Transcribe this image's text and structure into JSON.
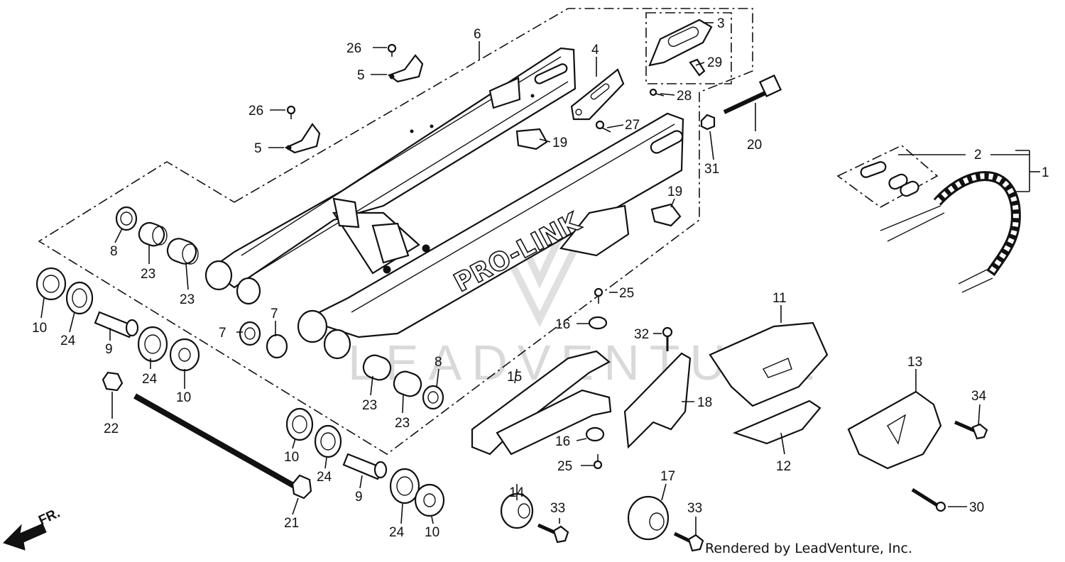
{
  "watermark": "LEADVENTURE",
  "footer": "Rendered by LeadVenture, Inc.",
  "brand_text": "PRO-LINK",
  "direction_label": "FR.",
  "callouts": [
    "1",
    "2",
    "3",
    "4",
    "5",
    "5",
    "6",
    "7",
    "7",
    "8",
    "8",
    "9",
    "9",
    "10",
    "10",
    "10",
    "10",
    "11",
    "12",
    "13",
    "14",
    "15",
    "16",
    "16",
    "17",
    "18",
    "19",
    "19",
    "20",
    "21",
    "22",
    "23",
    "23",
    "23",
    "23",
    "24",
    "24",
    "24",
    "24",
    "25",
    "25",
    "26",
    "26",
    "27",
    "28",
    "29",
    "30",
    "31",
    "32",
    "33",
    "33",
    "34"
  ]
}
